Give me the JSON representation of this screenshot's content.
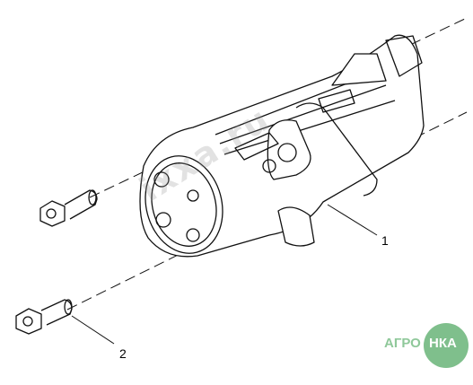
{
  "callouts": {
    "part1": "1",
    "part2": "2"
  },
  "watermark": "ixxa.ru",
  "logo": {
    "left": "АГРО",
    "right": "НКА"
  },
  "colors": {
    "line": "#111111",
    "logo_green": "#7fbf8c",
    "watermark_gray": "#969696"
  }
}
